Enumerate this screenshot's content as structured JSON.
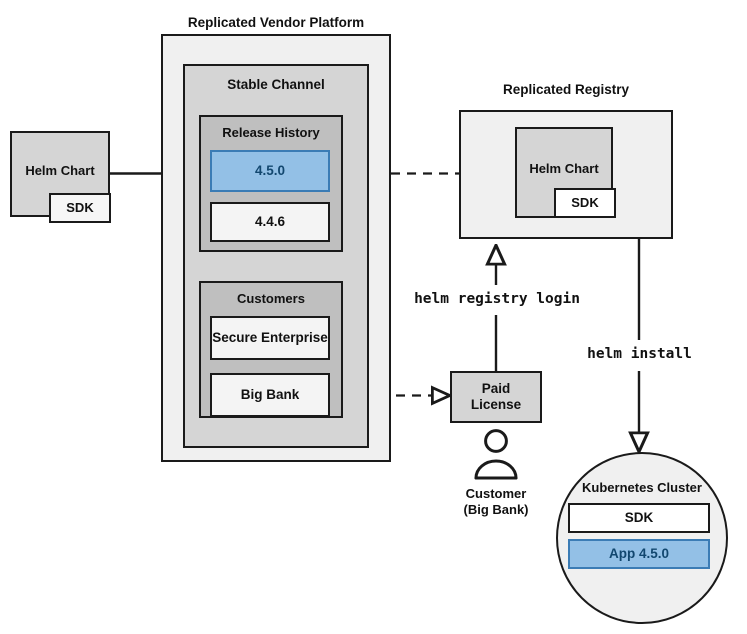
{
  "diagram": {
    "title_vendor_platform": "Replicated Vendor Platform",
    "title_registry": "Replicated Registry",
    "colors": {
      "stroke": "#1a1a1a",
      "platform_fill": "#f0f0f0",
      "channel_fill": "#d5d5d5",
      "group_fill": "#bfbfbf",
      "item_fill": "#f4f4f4",
      "chart_fill": "#d5d5d5",
      "highlight_fill": "#93c0e6",
      "highlight_border": "#3b7cb5",
      "highlight_text": "#12476f",
      "white": "#ffffff"
    }
  },
  "vendor_platform": {
    "label": "Replicated Vendor Platform",
    "channel": {
      "label": "Stable Channel",
      "release_history": {
        "label": "Release History",
        "releases": [
          {
            "version": "4.5.0",
            "highlighted": true
          },
          {
            "version": "4.4.6",
            "highlighted": false
          }
        ]
      },
      "customers": {
        "label": "Customers",
        "items": [
          {
            "name": "Secure Enterprise"
          },
          {
            "name": "Big Bank"
          }
        ]
      }
    }
  },
  "source_chart": {
    "label": "Helm Chart",
    "sdk_label": "SDK"
  },
  "registry": {
    "label": "Replicated Registry",
    "chart_label": "Helm Chart",
    "sdk_label": "SDK"
  },
  "paid_license": {
    "label": "Paid\nLicense",
    "line1": "Paid",
    "line2": "License"
  },
  "customer_actor": {
    "icon": "person-icon",
    "line1": "Customer",
    "line2": "(Big Bank)"
  },
  "commands": {
    "registry_login": "helm registry login",
    "install": "helm install"
  },
  "cluster": {
    "label": "Kubernetes Cluster",
    "items": [
      {
        "name": "SDK",
        "highlighted": false
      },
      {
        "name": "App 4.5.0",
        "highlighted": true
      }
    ]
  },
  "edges": [
    {
      "name": "chart-to-release",
      "style": "solid",
      "arrow": "filled"
    },
    {
      "name": "release-to-registry",
      "style": "dashed",
      "arrow": "open"
    },
    {
      "name": "bigbank-to-license",
      "style": "dashed",
      "arrow": "open"
    },
    {
      "name": "license-to-registry",
      "style": "solid",
      "arrow": "open",
      "label": "helm registry login"
    },
    {
      "name": "registry-to-cluster",
      "style": "solid",
      "arrow": "open",
      "label": "helm install"
    }
  ]
}
